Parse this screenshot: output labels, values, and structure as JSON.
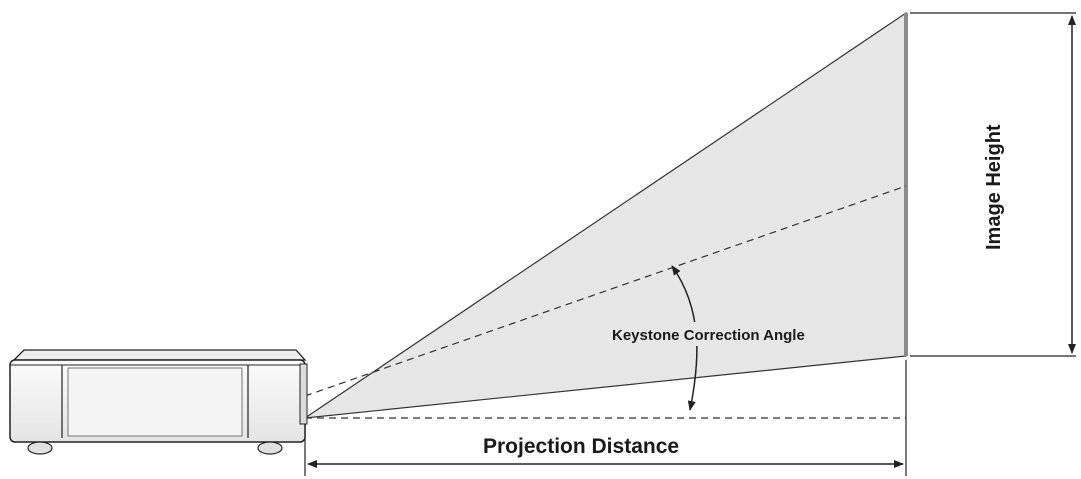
{
  "labels": {
    "image_height": "Image Height",
    "keystone_angle": "Keystone Correction Angle",
    "projection_distance": "Projection Distance"
  },
  "colors": {
    "beam_fill": "#e6e6e6",
    "line": "#222222",
    "projector_body": "#f2f2f2",
    "screen": "#8a8a8a"
  }
}
